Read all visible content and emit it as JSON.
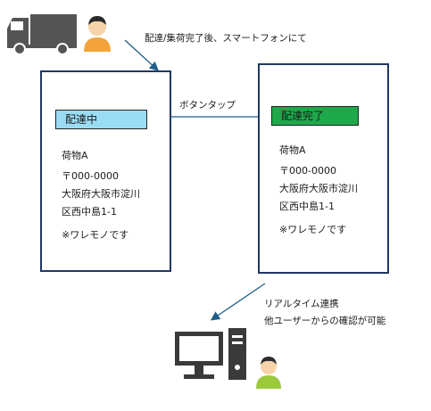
{
  "top_caption": "配達/集荷完了後、スマートフォンにて",
  "button_tap_caption": "ボタンタップ",
  "sync_caption_line1": "リアルタイム連携",
  "sync_caption_line2": "他ユーザーからの確認が可能",
  "phone_before": {
    "status_label": "配達中",
    "status_color": "#9bdcf5",
    "lines": [
      "荷物A",
      "〒000-0000",
      "大阪府大阪市淀川",
      "区西中島1-1",
      "※ワレモノです"
    ]
  },
  "phone_after": {
    "status_label": "配達完了",
    "status_color": "#1fa84a",
    "lines": [
      "荷物A",
      "〒000-0000",
      "大阪府大阪市淀川",
      "区西中島1-1",
      "※ワレモノです"
    ]
  },
  "arrow_color": "#1f5f8a",
  "icons": {
    "truck": "truck-icon",
    "driver": "driver-person-icon",
    "computer": "desktop-computer-icon",
    "office_user": "office-user-person-icon"
  }
}
